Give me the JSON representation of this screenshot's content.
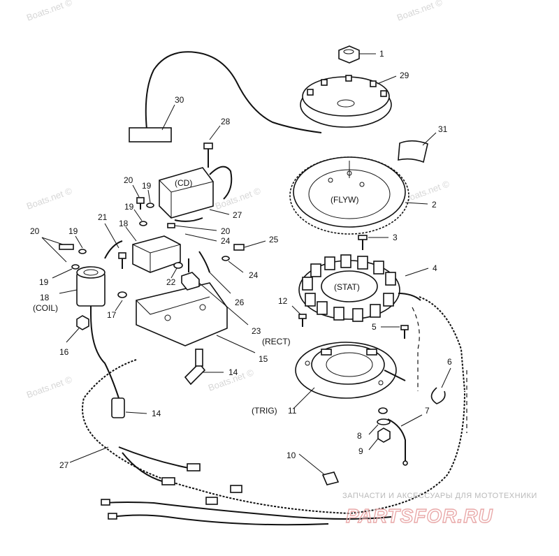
{
  "watermarks": [
    "Boats.net ©",
    "Boats.net ©",
    "Boats.net ©",
    "Boats.net ©",
    "Boats.net ©",
    "Boats.net ©",
    "Boats.net ©"
  ],
  "brand": {
    "subtitle": "ЗАПЧАСТИ И АКСЕССУАРЫ ДЛЯ МОТОТЕХНИКИ",
    "name": "PARTSFOR.RU"
  },
  "callouts": [
    {
      "id": "c1",
      "text": "1"
    },
    {
      "id": "c29",
      "text": "29"
    },
    {
      "id": "c30",
      "text": "30"
    },
    {
      "id": "c28",
      "text": "28"
    },
    {
      "id": "c31",
      "text": "31"
    },
    {
      "id": "c2",
      "text": "2"
    },
    {
      "id": "c20a",
      "text": "20"
    },
    {
      "id": "c19a",
      "text": "19"
    },
    {
      "id": "c27a",
      "text": "27"
    },
    {
      "id": "c19b",
      "text": "19"
    },
    {
      "id": "c20b",
      "text": "20"
    },
    {
      "id": "c21",
      "text": "21"
    },
    {
      "id": "c18a",
      "text": "18"
    },
    {
      "id": "c24a",
      "text": "24"
    },
    {
      "id": "c20c",
      "text": "20"
    },
    {
      "id": "c19c",
      "text": "19"
    },
    {
      "id": "c25",
      "text": "25"
    },
    {
      "id": "c3",
      "text": "3"
    },
    {
      "id": "c19d",
      "text": "19"
    },
    {
      "id": "c22",
      "text": "22"
    },
    {
      "id": "c24b",
      "text": "24"
    },
    {
      "id": "c4",
      "text": "4"
    },
    {
      "id": "c18b",
      "text": "18"
    },
    {
      "id": "c26",
      "text": "26"
    },
    {
      "id": "c17",
      "text": "17"
    },
    {
      "id": "c12",
      "text": "12"
    },
    {
      "id": "c23",
      "text": "23"
    },
    {
      "id": "c5",
      "text": "5"
    },
    {
      "id": "c16",
      "text": "16"
    },
    {
      "id": "c15",
      "text": "15"
    },
    {
      "id": "c6",
      "text": "6"
    },
    {
      "id": "c14a",
      "text": "14"
    },
    {
      "id": "c14b",
      "text": "14"
    },
    {
      "id": "c11",
      "text": "11"
    },
    {
      "id": "c7",
      "text": "7"
    },
    {
      "id": "c8",
      "text": "8"
    },
    {
      "id": "c9",
      "text": "9"
    },
    {
      "id": "c27b",
      "text": "27"
    },
    {
      "id": "c10",
      "text": "10"
    }
  ],
  "part_labels": {
    "cd": "(CD)",
    "flyw": "(FLYW)",
    "stat": "(STAT)",
    "coil": "(COIL)",
    "rect": "(RECT)",
    "trig": "(TRIG)"
  }
}
